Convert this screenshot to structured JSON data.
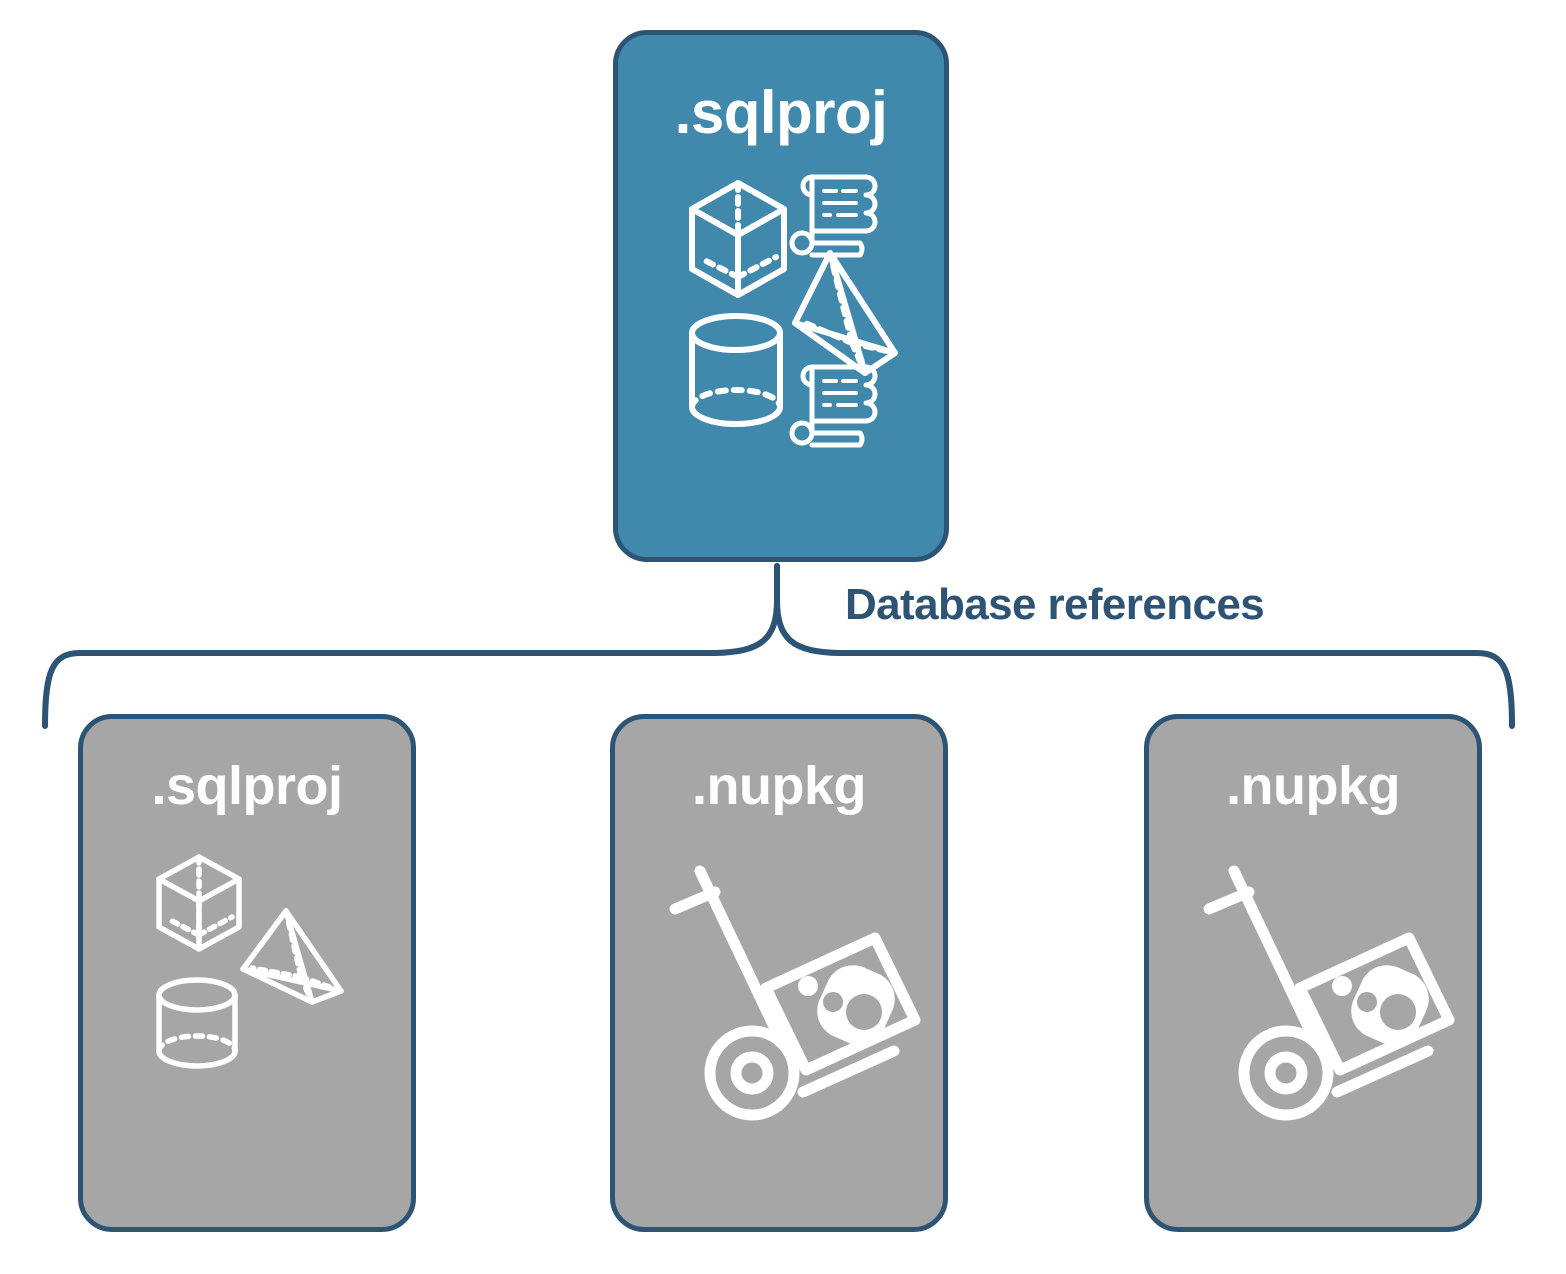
{
  "diagram": {
    "title": "Database references",
    "colors": {
      "teal_fill": "#4189AC",
      "gray_fill": "#A6A6A6",
      "border_navy": "#2D5474",
      "label_navy": "#2D5474",
      "icon_white": "#FFFFFF",
      "background": "#FFFFFF"
    },
    "connector": {
      "type": "curly-brace",
      "label": "Database references",
      "from": "root-sqlproj-card",
      "to": [
        "referenced-sqlproj-card",
        "referenced-nupkg-card-1",
        "referenced-nupkg-card-2"
      ]
    },
    "root_card": {
      "name": "root-sqlproj-card",
      "label": ".sqlproj",
      "fill": "teal",
      "icons": [
        "cube-icon",
        "scroll-icon",
        "pyramid-icon",
        "cylinder-icon",
        "scroll-icon"
      ]
    },
    "reference_cards": [
      {
        "name": "referenced-sqlproj-card",
        "label": ".sqlproj",
        "fill": "gray",
        "icons": [
          "cube-icon",
          "pyramid-icon",
          "cylinder-icon"
        ]
      },
      {
        "name": "referenced-nupkg-card-1",
        "label": ".nupkg",
        "fill": "gray",
        "icons": [
          "hand-truck-package-icon"
        ]
      },
      {
        "name": "referenced-nupkg-card-2",
        "label": ".nupkg",
        "fill": "gray",
        "icons": [
          "hand-truck-package-icon"
        ]
      }
    ]
  }
}
